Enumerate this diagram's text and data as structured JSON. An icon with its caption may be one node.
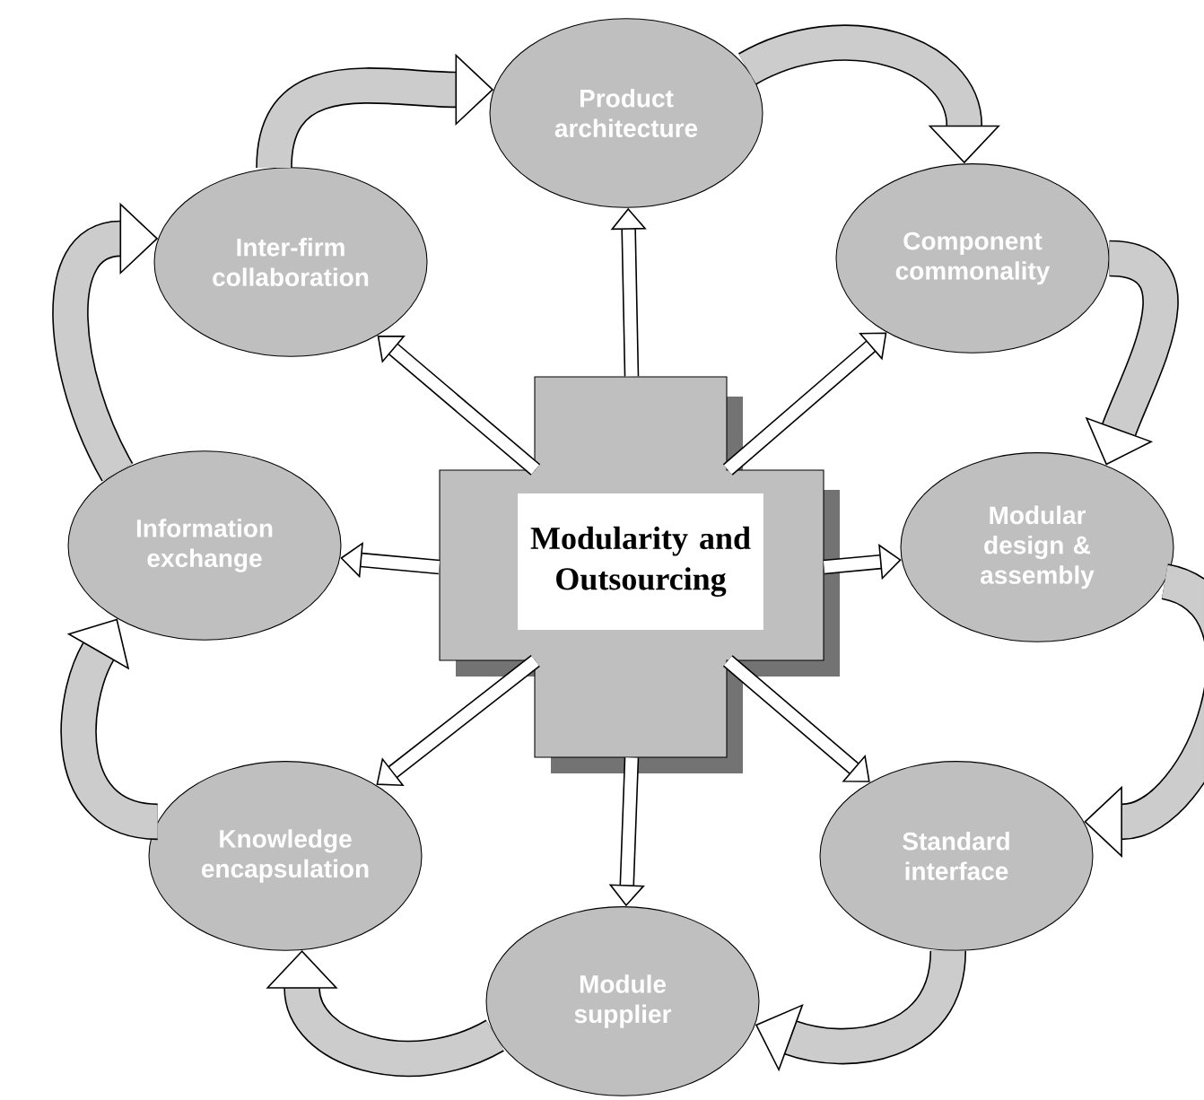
{
  "diagram": {
    "nodes": [
      {
        "text": [
          "Modularity and Outsourcing"
        ]
      },
      {
        "text": [
          "Product architecture"
        ]
      },
      {
        "text": [
          "Component commonality"
        ]
      },
      {
        "text": [
          "Modular design & assembly"
        ]
      },
      {
        "text": [
          "Standard interface"
        ]
      },
      {
        "text": [
          "Module supplier"
        ]
      },
      {
        "text": [
          "Knowledge encapsulation"
        ]
      },
      {
        "text": [
          "Information exchange"
        ]
      },
      {
        "text": [
          "Inter-firm collaboration"
        ]
      }
    ],
    "edges": [
      {
        "from": 0,
        "to": 1,
        "arrow": "to"
      },
      {
        "from": 0,
        "to": 2,
        "arrow": "to"
      },
      {
        "from": 0,
        "to": 3,
        "arrow": "to"
      },
      {
        "from": 0,
        "to": 4,
        "arrow": "to"
      },
      {
        "from": 0,
        "to": 5,
        "arrow": "to"
      },
      {
        "from": 0,
        "to": 6,
        "arrow": "to"
      },
      {
        "from": 0,
        "to": 7,
        "arrow": "to"
      },
      {
        "from": 0,
        "to": 8,
        "arrow": "to"
      },
      {
        "from": 1,
        "to": 2,
        "arrow": "to",
        "style": "thick"
      },
      {
        "from": 2,
        "to": 3,
        "arrow": "to",
        "style": "thick"
      },
      {
        "from": 3,
        "to": 4,
        "arrow": "to",
        "style": "thick"
      },
      {
        "from": 4,
        "to": 5,
        "arrow": "to",
        "style": "thick"
      },
      {
        "from": 5,
        "to": 6,
        "arrow": "to",
        "style": "thick"
      },
      {
        "from": 6,
        "to": 7,
        "arrow": "to",
        "style": "thick"
      },
      {
        "from": 7,
        "to": 8,
        "arrow": "to",
        "style": "thick"
      },
      {
        "from": 8,
        "to": 1,
        "arrow": "to",
        "style": "thick"
      }
    ]
  }
}
